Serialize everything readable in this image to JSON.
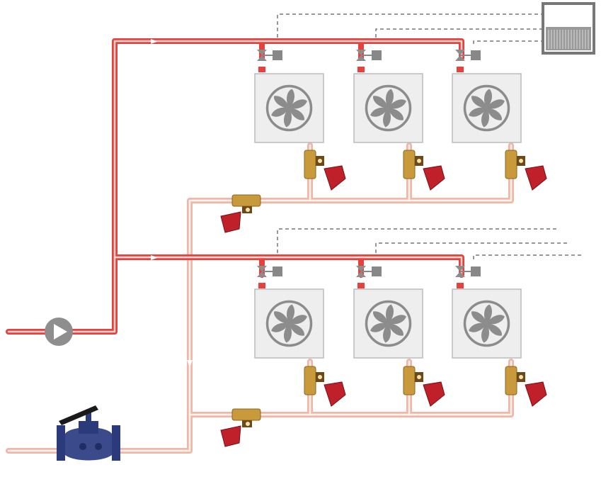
{
  "diagram": {
    "title": "",
    "pipe_colors": {
      "supply": "#e8413d",
      "supply_inner": "#fbd6d2",
      "return": "#f2b6a6",
      "return_inner": "#fff4f0",
      "control_line": "#777777"
    },
    "components": {
      "pump": {
        "icon": "pump-icon",
        "color": "#8e8e8e"
      },
      "fan_coil_unit": {
        "icon": "fan-icon",
        "count": 6,
        "housing_color": "#eeeeee",
        "fan_color": "#8c8c8c"
      },
      "control_valve": {
        "icon": "two-way-valve-icon",
        "count": 6,
        "color": "#8c8c8c"
      },
      "actuator": {
        "icon": "actuator-icon",
        "count": 6,
        "color": "#888888"
      },
      "balancing_valve": {
        "icon": "balancing-valve-icon",
        "count": 8,
        "body_color": "#c89a3c",
        "handwheel_color": "#c0202a"
      },
      "differential_pressure_valve": {
        "icon": "pressure-independent-valve-icon",
        "color": "#2a3a7a"
      },
      "controller": {
        "icon": "controller-icon",
        "color": "#777777"
      }
    },
    "rows": [
      {
        "units": 3
      },
      {
        "units": 3
      }
    ]
  }
}
